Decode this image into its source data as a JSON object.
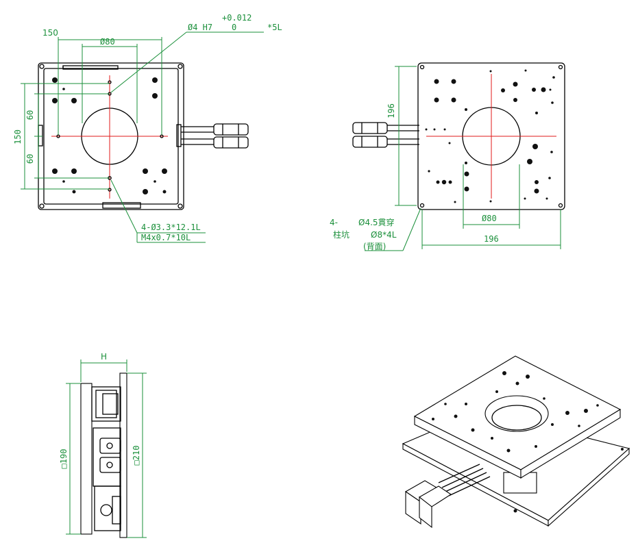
{
  "top_view": {
    "width_label": "150",
    "center_hole_dia": "Ø80",
    "pin_hole": {
      "dia": "Ø4 H7",
      "tol_upper": "+0.012",
      "tol_lower": "0",
      "depth": "*5L"
    },
    "height_label": "150",
    "pitch_upper": "60",
    "pitch_lower": "60",
    "tapped_holes_line1": "4-Ø3.3*12.1L",
    "tapped_holes_line2": "M4x0.7*10L"
  },
  "bottom_view": {
    "height_label": "196",
    "width_label": "196",
    "center_hole_dia": "Ø80",
    "holes_count": "4-",
    "hole_through": "Ø4.5貫穿",
    "counterbore_label": "柱坑",
    "counterbore": "Ø8*4L",
    "side_note": "(背面)"
  },
  "side_view": {
    "height_symbol": "H",
    "inner_square": "□190",
    "outer_square": "□210"
  },
  "colors": {
    "dimension": "#1a8f3a",
    "centerline": "#e01818",
    "outline": "#000000"
  }
}
